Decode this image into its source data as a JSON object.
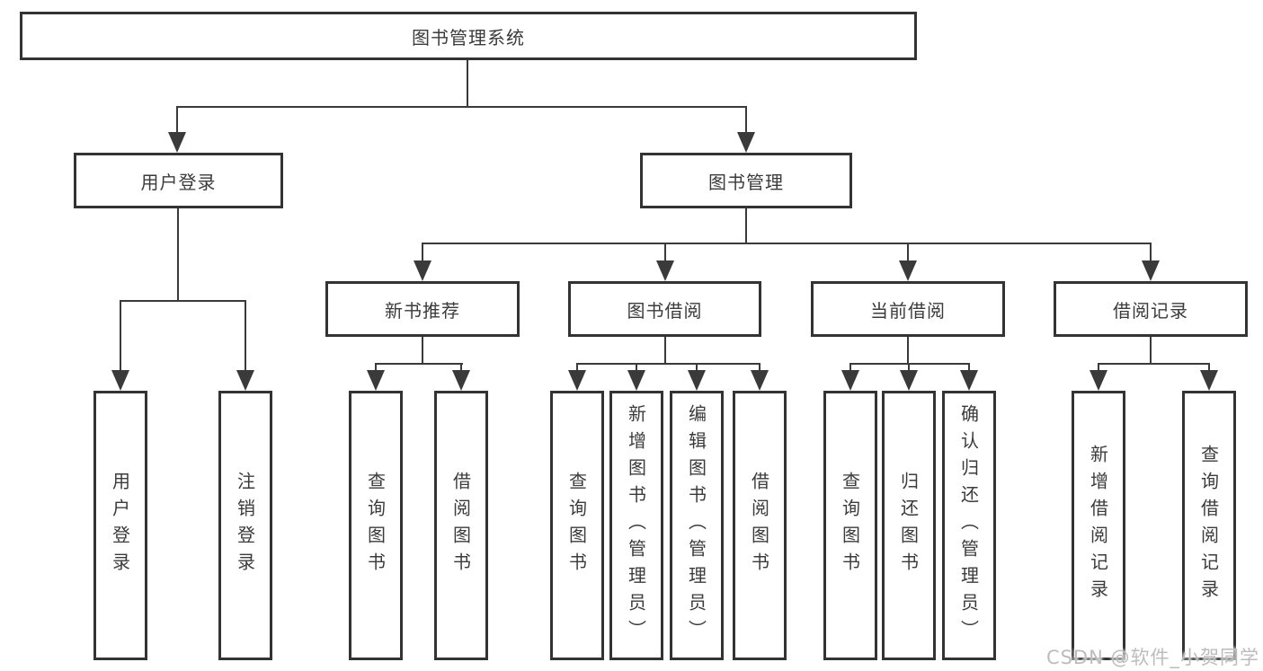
{
  "tree": {
    "root": {
      "label": "图书管理系统"
    },
    "children": [
      {
        "label": "用户登录",
        "children": [
          {
            "label": "用户登录"
          },
          {
            "label": "注销登录"
          }
        ]
      },
      {
        "label": "图书管理",
        "children": [
          {
            "label": "新书推荐",
            "children": [
              {
                "label": "查询图书"
              },
              {
                "label": "借阅图书"
              }
            ]
          },
          {
            "label": "图书借阅",
            "children": [
              {
                "label": "查询图书"
              },
              {
                "label": "新增图书（管理员）"
              },
              {
                "label": "编辑图书（管理员）"
              },
              {
                "label": "借阅图书"
              }
            ]
          },
          {
            "label": "当前借阅",
            "children": [
              {
                "label": "查询图书"
              },
              {
                "label": "归还图书"
              },
              {
                "label": "确认归还（管理员）"
              }
            ]
          },
          {
            "label": "借阅记录",
            "children": [
              {
                "label": "新增借阅记录"
              },
              {
                "label": "查询借阅记录"
              }
            ]
          }
        ]
      }
    ]
  },
  "watermark": "CSDN @软件_小贺同学",
  "colors": {
    "line": "#3a3a3a",
    "box_border": "#333333",
    "box_fill": "#ffffff",
    "text": "#3b3b3b",
    "watermark": "#bcbcbc"
  }
}
